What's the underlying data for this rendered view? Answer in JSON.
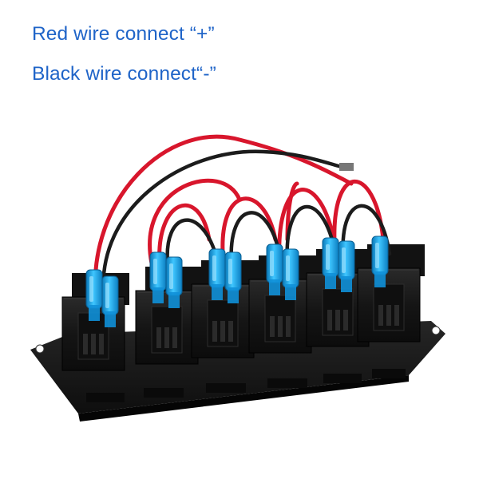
{
  "captions": {
    "line1": "Red wire connect “+”",
    "line2": "Black wire connect“-”"
  },
  "product": {
    "switch_count": 6,
    "colors": {
      "panel": "#141414",
      "switch_body": "#1b1b1b",
      "red_wire": "#d8162c",
      "black_wire": "#1c1c1c",
      "connector": "#17a6e8",
      "caption_text": "#1f64c8"
    }
  }
}
